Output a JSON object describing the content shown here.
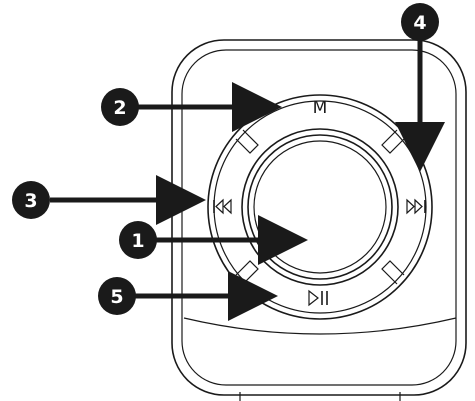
{
  "device": {
    "buttons": {
      "top_label": "M",
      "prev_icon": "previous-track-icon",
      "next_icon": "next-track-icon",
      "play_pause_icon": "play-pause-icon"
    }
  },
  "callouts": [
    {
      "number": "1",
      "target": "center-button"
    },
    {
      "number": "2",
      "target": "mode-button"
    },
    {
      "number": "3",
      "target": "previous-button"
    },
    {
      "number": "4",
      "target": "next-button"
    },
    {
      "number": "5",
      "target": "play-pause-button"
    }
  ],
  "colors": {
    "ink": "#1a1a1a",
    "paper": "#ffffff"
  }
}
